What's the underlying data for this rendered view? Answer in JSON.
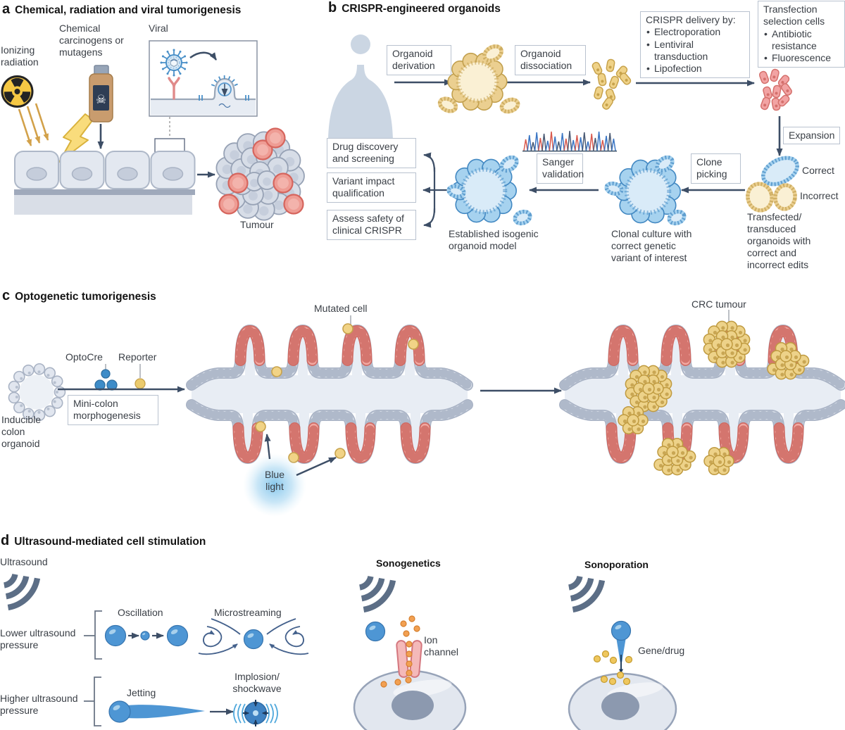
{
  "a": {
    "letter": "a",
    "title": "Chemical, radiation and viral tumorigenesis",
    "ionizing": "Ionizing radiation",
    "chemical": "Chemical carcinogens or mutagens",
    "viral": "Viral",
    "tumour": "Tumour"
  },
  "b": {
    "letter": "b",
    "title": "CRISPR-engineered organoids",
    "derivation": "Organoid derivation",
    "dissociation": "Organoid dissociation",
    "crispr_title": "CRISPR delivery by:",
    "crispr_items": [
      "Electroporation",
      "Lentiviral transduction",
      "Lipofection"
    ],
    "selection_title": "Transfection selection cells",
    "selection_items": [
      "Antibiotic resistance",
      "Fluorescence"
    ],
    "expansion": "Expansion",
    "correct": "Correct",
    "incorrect": "Incorrect",
    "transfected": "Transfected/\ntransduced organoids with correct and incorrect edits",
    "clone_picking": "Clone picking",
    "sanger": "Sanger validation",
    "clonal": "Clonal culture with correct genetic variant of interest",
    "established": "Established isogenic organoid model",
    "outcomes": [
      "Drug discovery and screening",
      "Variant impact qualification",
      "Assess safety of clinical CRISPR"
    ]
  },
  "c": {
    "letter": "c",
    "title": "Optogenetic tumorigenesis",
    "inducible": "Inducible colon organoid",
    "optocre": "OptoCre",
    "reporter": "Reporter",
    "minicolon": "Mini-colon morphogenesis",
    "mutated": "Mutated cell",
    "blue_light": "Blue light",
    "crc": "CRC tumour"
  },
  "d": {
    "letter": "d",
    "title": "Ultrasound-mediated cell stimulation",
    "ultrasound": "Ultrasound",
    "lower": "Lower ultrasound pressure",
    "higher": "Higher ultrasound pressure",
    "oscillation": "Oscillation",
    "microstreaming": "Microstreaming",
    "jetting": "Jetting",
    "implosion": "Implosion/\nshockwave",
    "sonogenetics": "Sonogenetics",
    "sonoporation": "Sonoporation",
    "ion_channel": "Ion channel",
    "gene_drug": "Gene/drug"
  },
  "icons": {
    "skull": "☠"
  },
  "colors": {
    "arrow": "#3d4e66",
    "organoid_yellow": "#E8CC8E",
    "organoid_blue": "#9FD0EF",
    "epithelium_grey": "#DDE3EC",
    "crypt_red": "#F2A8A1",
    "mutated_yellow": "#F1D386",
    "tumour_cell_yellow": "#EDD289",
    "bubble_blue": "#4E96D4",
    "ion_orange": "#F2A052",
    "gene_yellow": "#EFC75E",
    "ultrasound_grey": "#5C6E86",
    "radiation_yellow": "#F6C844",
    "glow_blue": "#86C7EC"
  }
}
